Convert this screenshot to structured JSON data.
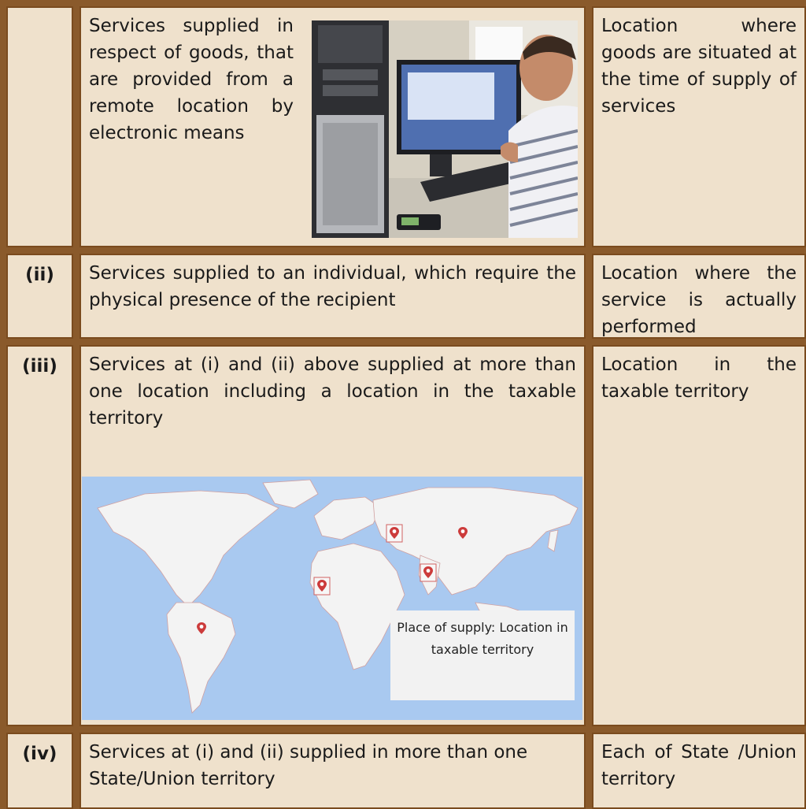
{
  "rows": [
    {
      "num": "",
      "service": "Services supplied in respect of goods, that are provided from a remote location by electronic means",
      "place": "Location where goods are situated at the time of supply of services"
    },
    {
      "num": "(ii)",
      "service": "Services supplied to an individual, which require the physical presence of the recipient",
      "place": "Location where the service is actually performed"
    },
    {
      "num": "(iii)",
      "service": "Services at (i) and (ii) above supplied at more than one location including a location in the taxable territory",
      "place": "Location in the taxable territory"
    },
    {
      "num": "(iv)",
      "service": "Services at (i) and (ii) supplied in more than one State/Union territory",
      "place": "Each of State /Union territory"
    }
  ],
  "map": {
    "caption": "Place of supply: Location in taxable territory",
    "pin_icon": "location-pin-icon",
    "ocean_color": "#a9c9f0",
    "land_color": "#f3f3f3"
  },
  "colors": {
    "cell_background": "#efe1cc",
    "border": "#7a4b1e",
    "frame": "#8a5a2b"
  }
}
